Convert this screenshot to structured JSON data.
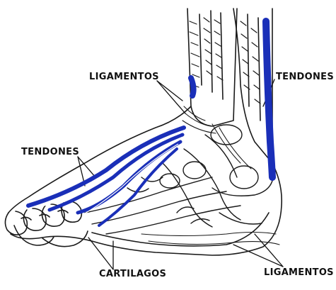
{
  "labels": {
    "ligamentos_top": "LIGAMENTOS",
    "tendones_right": "TENDONES",
    "tendones_left": "TENDONES",
    "cartilagos": "CARTILAGOS",
    "ligamentos_bottom": "LIGAMENTOS"
  },
  "colors": {
    "tendon": "#1a2fb8",
    "outline": "#1a1a1a",
    "background": "#ffffff"
  }
}
